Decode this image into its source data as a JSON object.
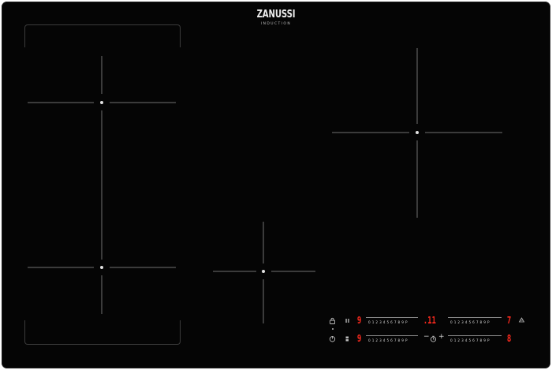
{
  "brand": {
    "name": "ZANUSSI",
    "subtitle": "INDUCTION"
  },
  "controls": {
    "row1": {
      "left_display": "9",
      "left_scale": "0 1 2 3 4 5 6 7 8 9 P",
      "middle_display": ".11",
      "right_scale": "0 1 2 3 4 5 6 7 8 9 P",
      "right_display": "7"
    },
    "row2": {
      "left_display": "9",
      "left_scale": "0 1 2 3 4 5 6 7 8 9 P",
      "timer_minus": "−",
      "timer_plus": "+",
      "right_scale": "0 1 2 3 4 5 6 7 8 9 P",
      "right_display": "8"
    },
    "icons": {
      "lock": "lock-icon",
      "pause": "pause-icon",
      "hob2hood": "hob2hood-icon",
      "power": "power-icon",
      "bridge": "bridge-icon",
      "timer": "timer-icon"
    }
  },
  "colors": {
    "glass": "#050505",
    "display": "#ff2a1e",
    "marks": "#3b3b3b"
  }
}
